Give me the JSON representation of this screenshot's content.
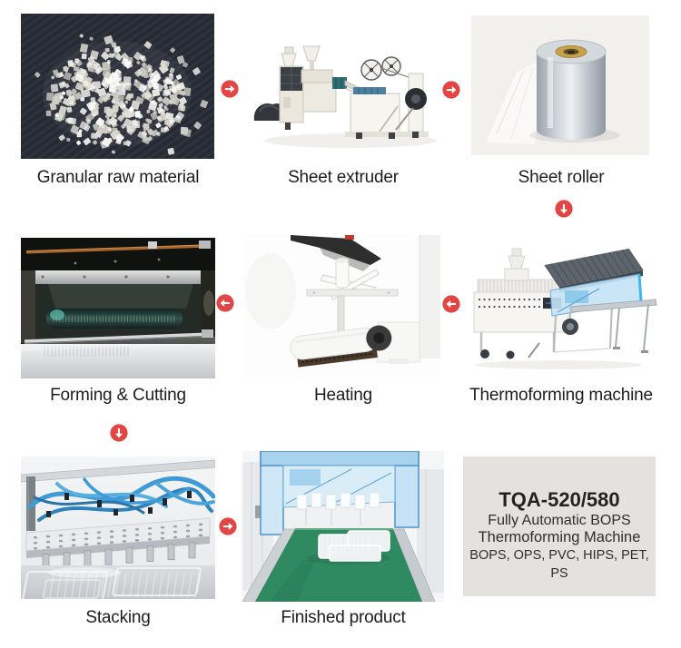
{
  "theme": {
    "page_bg": "#ffffff",
    "accent_red": "#e34444",
    "label_color": "#1d1d1d",
    "product_box_bg": "#e3e2df",
    "product_box_text": "#2e2e2e"
  },
  "steps": [
    {
      "label": "Granular raw material"
    },
    {
      "label": "Sheet extruder"
    },
    {
      "label": "Sheet roller"
    },
    {
      "label": "Forming & Cutting"
    },
    {
      "label": "Heating"
    },
    {
      "label": "Thermoforming machine"
    },
    {
      "label": "Stacking"
    },
    {
      "label": "Finished product"
    }
  ],
  "flow_arrows": [
    {
      "icon": "arrow-right-icon",
      "direction": "right"
    },
    {
      "icon": "arrow-right-icon",
      "direction": "right"
    },
    {
      "icon": "arrow-down-icon",
      "direction": "down"
    },
    {
      "icon": "arrow-left-icon",
      "direction": "left"
    },
    {
      "icon": "arrow-left-icon",
      "direction": "left"
    },
    {
      "icon": "arrow-down-icon",
      "direction": "down"
    },
    {
      "icon": "arrow-right-icon",
      "direction": "right"
    }
  ],
  "product_box": {
    "model": "TQA-520/580",
    "line1": "Fully Automatic BOPS",
    "line2": "Thermoforming Machine",
    "line3": "BOPS, OPS, PVC, HIPS, PET, PS"
  }
}
